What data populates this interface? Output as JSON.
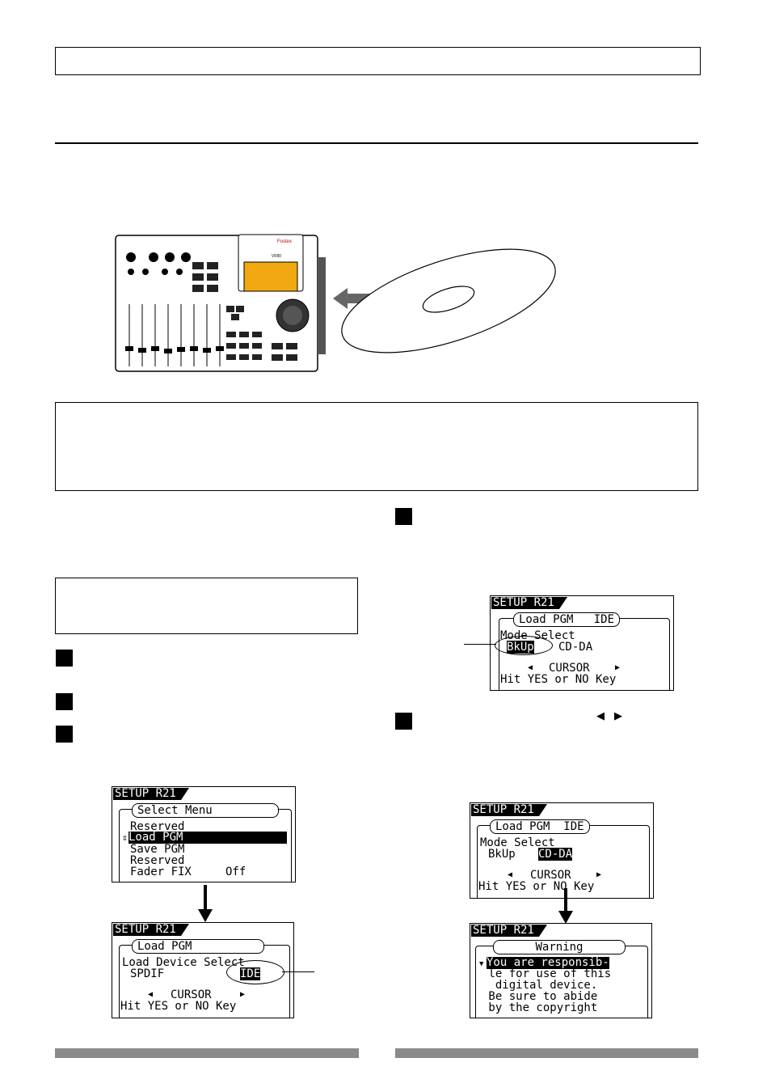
{
  "header_box_text": "",
  "arrow_glyphs": {
    "left": "◀",
    "right": "▶",
    "updown": "⇕",
    "down": "▼"
  },
  "recorder": {
    "brand_label": "Fostex",
    "model_label": "VF80"
  },
  "screens": {
    "select_menu": {
      "header": "SETUP R21",
      "tab": "Select Menu",
      "lines": [
        "Reserved",
        "Load PGM",
        "Save PGM",
        "Reserved",
        "Fader FIX     Off"
      ]
    },
    "load_device": {
      "header": "SETUP R21",
      "tab": "Load PGM",
      "line1": "Load Device Select",
      "line2_left": "SPDIF",
      "value": "IDE",
      "cursor": "CURSOR",
      "footer": "Hit YES or NO Key"
    },
    "mode_select_bkup": {
      "header": "SETUP R21",
      "tab": "Load PGM   IDE",
      "line1": "Mode Select",
      "opt1": "BkUp",
      "opt2": "CD-DA",
      "cursor": "CURSOR",
      "footer": "Hit YES or NO Key"
    },
    "mode_select_cdda": {
      "header": "SETUP R21",
      "tab": "Load PGM  IDE",
      "line1": "Mode Select",
      "opt1": "BkUp",
      "opt2": "CD-DA",
      "cursor": "CURSOR",
      "footer": "Hit YES or NO Key"
    },
    "warning": {
      "header": "SETUP R21",
      "tab": "Warning",
      "lines": [
        "You are responsib-",
        " le for use of this",
        "  digital device.",
        " Be sure to abide",
        " by the copyright"
      ]
    }
  }
}
